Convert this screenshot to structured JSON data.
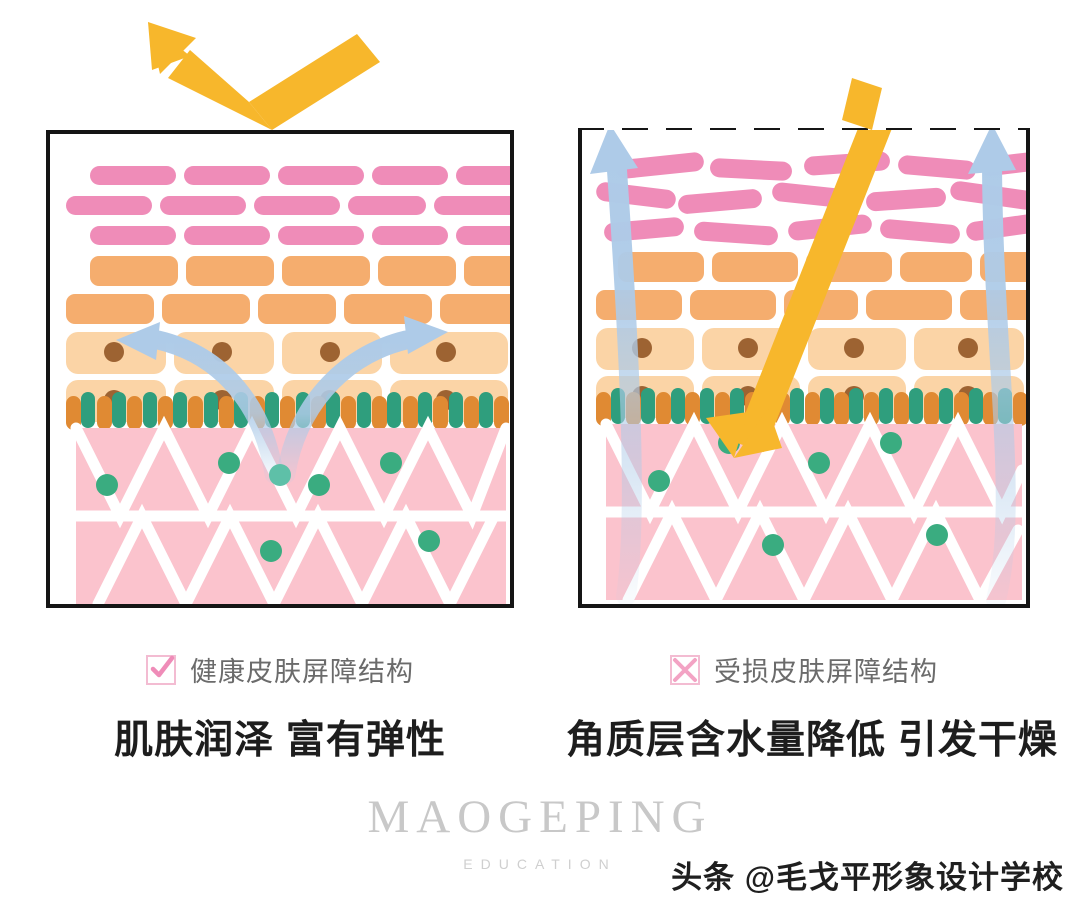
{
  "diagram": {
    "title_hidden": "",
    "panels": [
      {
        "id": "healthy",
        "frame_style": "solid",
        "caption_sub": "健康皮肤屏障结构",
        "caption_main": "肌肤润泽 富有弹性",
        "mark_icon": "checkbox-check-icon",
        "mark_color": "#ef8cb8",
        "layers": [
          {
            "name": "stratum-corneum",
            "color": "#ef8cb8",
            "state": "ordered"
          },
          {
            "name": "granular-layer",
            "color": "#f5ad6e",
            "state": "ordered"
          },
          {
            "name": "basal-layer",
            "color": "#fbd4a6",
            "nucleus_color": "#9d6332"
          },
          {
            "name": "lipid-barrier",
            "colors": [
              "#e08a33",
              "#2f9e7d"
            ],
            "state": "intact"
          },
          {
            "name": "dermis",
            "color": "#fbc3cd",
            "fiber_color": "#ffffff",
            "dot_color": "#3aac80"
          }
        ],
        "arrows": [
          {
            "name": "moisture-retained-arrow-left",
            "color": "#aecbe8",
            "direction": "up-left",
            "meaning": "moisture retained"
          },
          {
            "name": "moisture-retained-arrow-right",
            "color": "#aecbe8",
            "direction": "up-right",
            "meaning": "moisture retained"
          },
          {
            "name": "external-irritant-reflected-arrow",
            "color": "#f7b72c",
            "direction": "reflected-up-left",
            "meaning": "irritant bounced off"
          }
        ]
      },
      {
        "id": "damaged",
        "frame_style": "dashed-top",
        "caption_sub": "受损皮肤屏障结构",
        "caption_main": "角质层含水量降低 引发干燥",
        "mark_icon": "checkbox-cross-icon",
        "mark_color": "#f3a3c4",
        "layers": [
          {
            "name": "stratum-corneum",
            "color": "#ef8cb8",
            "state": "disordered"
          },
          {
            "name": "granular-layer",
            "color": "#f5ad6e",
            "state": "ordered"
          },
          {
            "name": "basal-layer",
            "color": "#fbd4a6",
            "nucleus_color": "#9d6332"
          },
          {
            "name": "lipid-barrier",
            "colors": [
              "#e08a33",
              "#2f9e7d"
            ],
            "state": "intact"
          },
          {
            "name": "dermis",
            "color": "#fbc3cd",
            "fiber_color": "#ffffff",
            "dot_color": "#3aac80"
          }
        ],
        "arrows": [
          {
            "name": "moisture-loss-arrow-left",
            "color": "#aecbe8",
            "direction": "up",
            "meaning": "water escapes"
          },
          {
            "name": "moisture-loss-arrow-right",
            "color": "#aecbe8",
            "direction": "up",
            "meaning": "water escapes"
          },
          {
            "name": "external-irritant-penetrating-arrow",
            "color": "#f7b72c",
            "direction": "down-left",
            "meaning": "irritant penetrates"
          }
        ]
      }
    ]
  },
  "brand": {
    "name": "MAOGEPING",
    "subtitle": "EDUCATION",
    "color": "#c8c8c8"
  },
  "attribution": {
    "text": "头条 @毛戈平形象设计学校"
  },
  "colors": {
    "yellow_arrow": "#f7b72c",
    "blue_arrow": "#aecbe8",
    "pink_brick": "#ef8cb8",
    "orange_brick": "#f5ad6e",
    "peach_brick": "#fbd4a6",
    "nucleus": "#9d6332",
    "lipid_orange": "#e08a33",
    "lipid_green": "#2f9e7d",
    "dermis_pink": "#fbc3cd",
    "green_dot": "#3aac80",
    "frame": "#151515",
    "caption_sub": "#6b6b6b",
    "caption_main": "#1d1d1d"
  }
}
